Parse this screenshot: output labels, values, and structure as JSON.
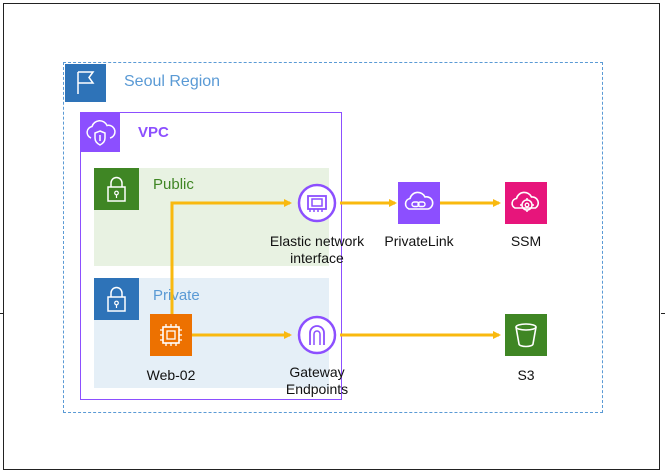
{
  "region": {
    "label": "Seoul Region"
  },
  "vpc": {
    "label": "VPC"
  },
  "public_subnet": {
    "label": "Public"
  },
  "private_subnet": {
    "label": "Private"
  },
  "nodes": {
    "eni": {
      "line1": "Elastic network",
      "line2": "interface",
      "icon": "network-interface-icon"
    },
    "privatelink": {
      "label": "PrivateLink",
      "icon": "privatelink-icon"
    },
    "ssm": {
      "label": "SSM",
      "icon": "ssm-icon"
    },
    "web": {
      "label": "Web-02",
      "icon": "ec2-instance-icon"
    },
    "gateway": {
      "line1": "Gateway",
      "line2": "Endpoints",
      "icon": "gateway-endpoint-icon"
    },
    "s3": {
      "label": "S3",
      "icon": "s3-bucket-icon"
    }
  },
  "colors": {
    "arrow": "#f9b90f",
    "region": "#2e73b8",
    "vpc": "#8c4fff",
    "public": "#3f8624",
    "ssm": "#e7157b",
    "s3": "#3f8624",
    "privatelink": "#8c4fff",
    "ec2": "#ed7100"
  }
}
